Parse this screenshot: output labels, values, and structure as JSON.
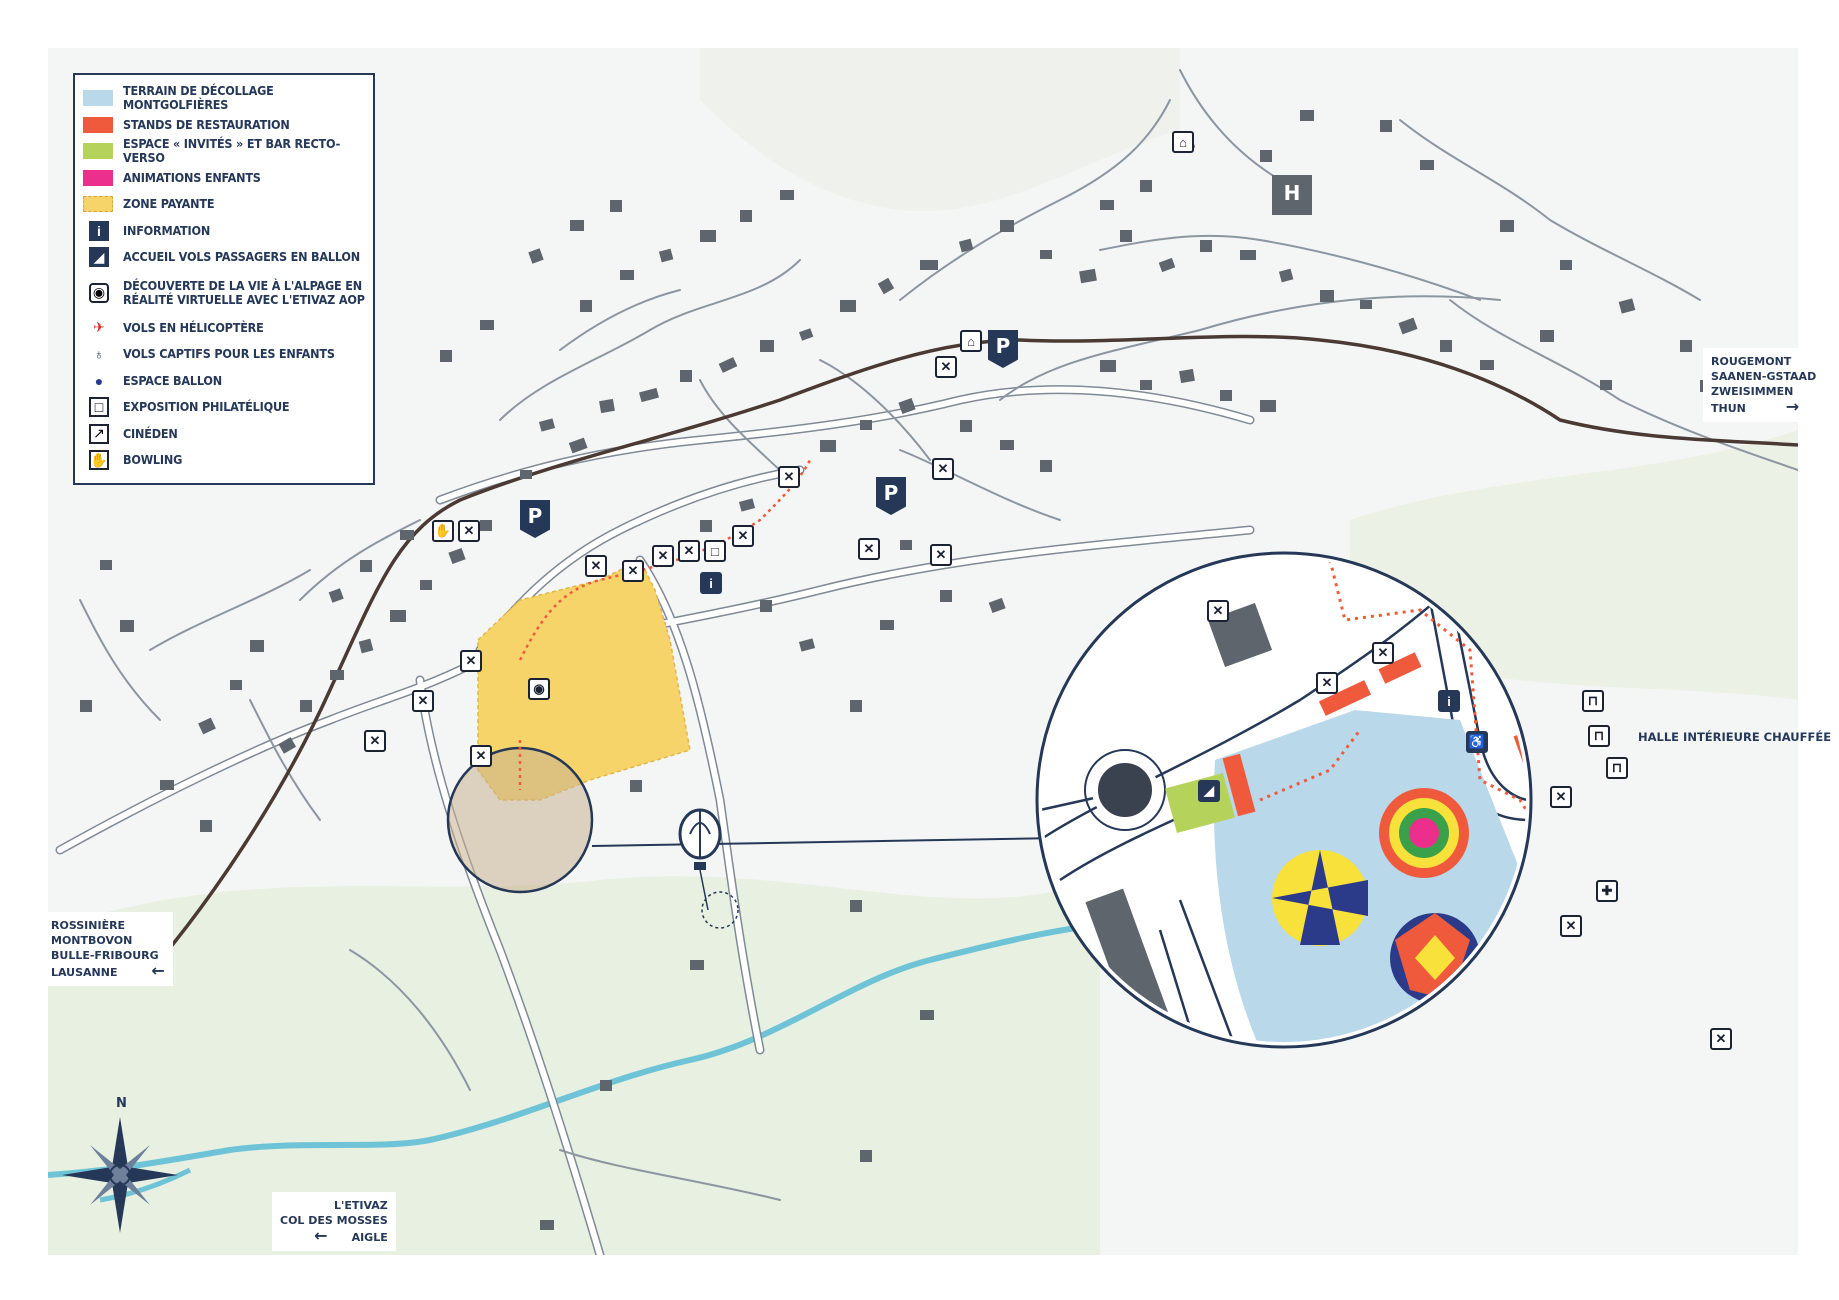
{
  "legend": {
    "items": [
      {
        "label": "Terrain de décollage montgolfières",
        "color": "#b9d8ea"
      },
      {
        "label": "Stands de restauration",
        "color": "#ef5a3c"
      },
      {
        "label": "Espace « invités » et bar Recto-Verso",
        "color": "#b5d35a"
      },
      {
        "label": "Animations enfants",
        "color": "#ec2f8c"
      },
      {
        "label": "Zone payante",
        "color": "#f7d46a"
      },
      {
        "label": "Information",
        "icon": "info-icon"
      },
      {
        "label": "Accueil vols passagers en ballon",
        "icon": "passenger-ramp-icon"
      },
      {
        "label": "Découverte de la vie à l'alpage en réalité virtuelle avec l'Etivaz AOP",
        "icon": "vr-goggles-icon"
      },
      {
        "label": "Vols en hélicoptère",
        "icon": "helicopter-icon"
      },
      {
        "label": "Vols captifs pour les enfants",
        "icon": "small-balloon-icon"
      },
      {
        "label": "Espace ballon",
        "icon": "balloons-icon"
      },
      {
        "label": "Exposition philatélique",
        "icon": "stamp-icon"
      },
      {
        "label": "Cinéden",
        "icon": "cinema-icon"
      },
      {
        "label": "Bowling",
        "icon": "bowling-icon"
      }
    ]
  },
  "destinations": {
    "east": [
      "Rougemont",
      "Saanen-Gstaad",
      "Zweisimmen",
      "Thun"
    ],
    "west": [
      "Rossinière",
      "Montbovon",
      "Bulle-Fribourg",
      "Lausanne"
    ],
    "south": [
      "L'Etivaz",
      "Col des Mosses",
      "Aigle"
    ],
    "arrow_east": "→",
    "arrow_west": "←",
    "arrow_south": "←"
  },
  "inset_label": "Halle intérieure chauffée",
  "compass_label": "N",
  "map_labels": {
    "hotel": "H",
    "parking": "P",
    "info": "i"
  },
  "colors": {
    "navy": "#253858",
    "road": "#6f7a86",
    "river": "#6fc3d6",
    "railway": "#4a3a33",
    "building": "#5e656d",
    "paid_zone": "#f7d46a",
    "restaurant": "#ef5a3c",
    "route": "#ef5a3c"
  }
}
